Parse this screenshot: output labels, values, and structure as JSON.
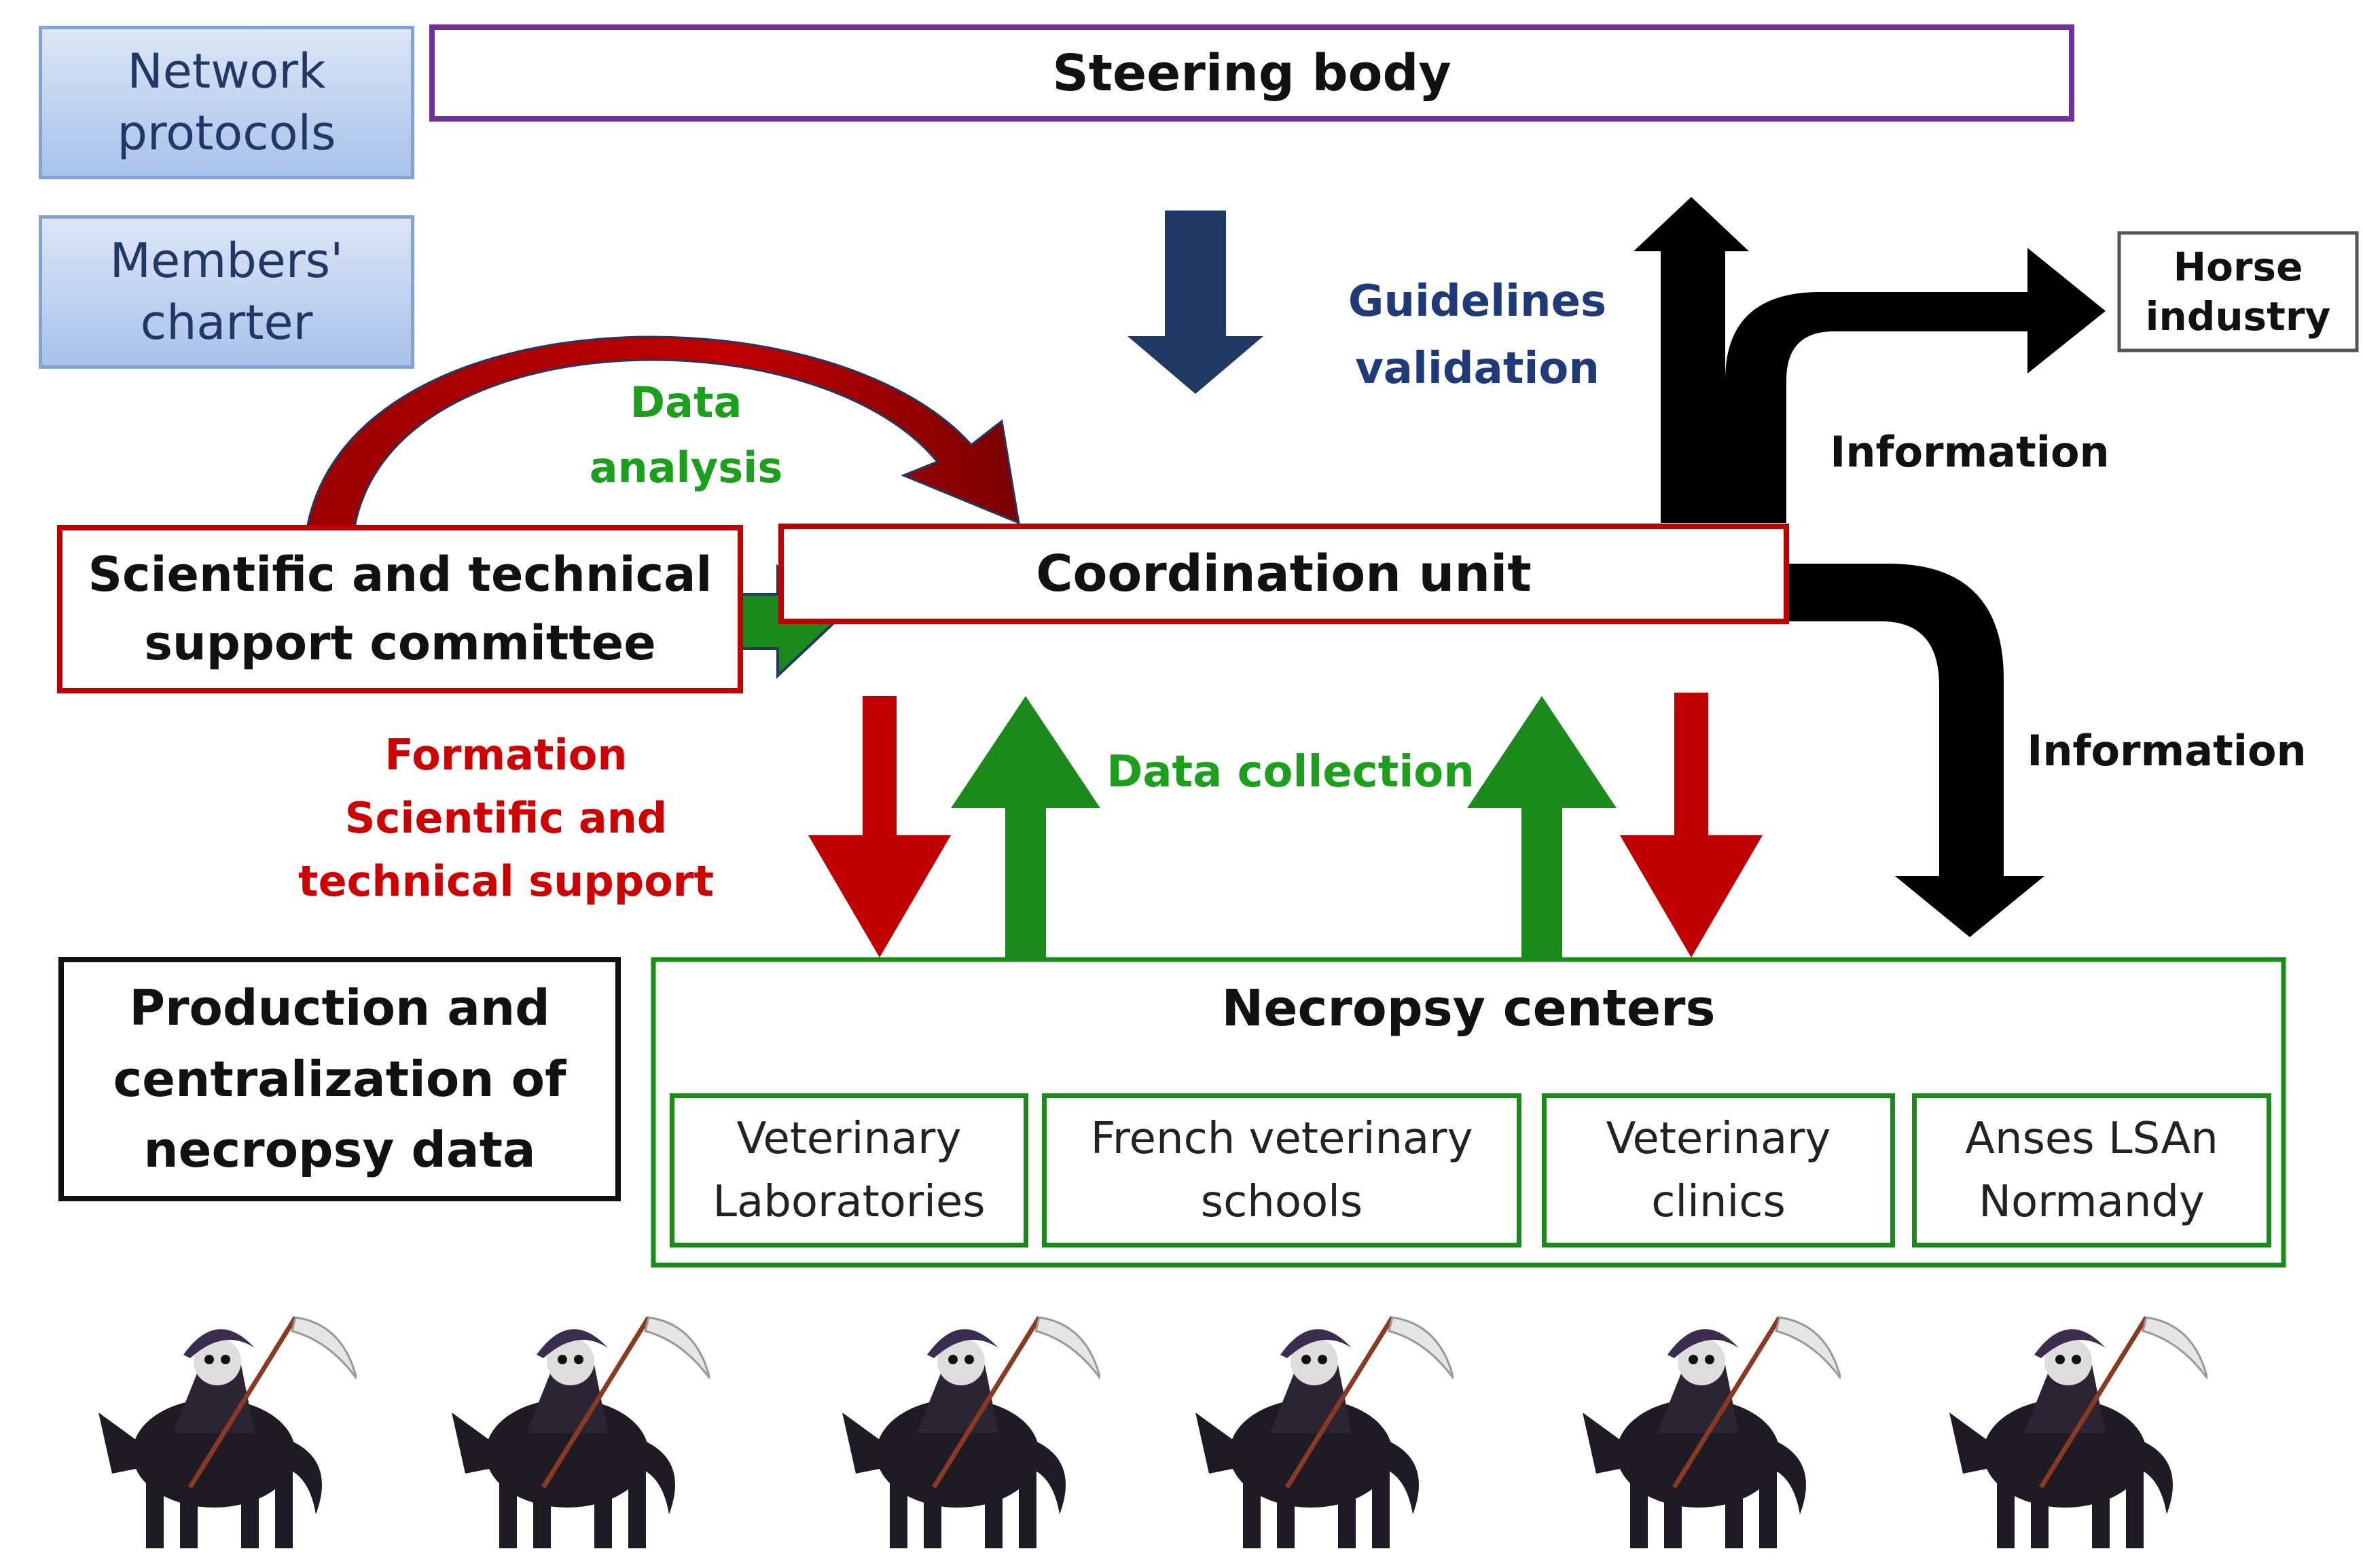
{
  "sidebar_items": {
    "network_protocols": [
      "Network",
      "protocols"
    ],
    "members_charter": [
      "Members'",
      "charter"
    ]
  },
  "nodes": {
    "steering_body": "Steering body",
    "coordination_unit": "Coordination unit",
    "scientific_committee": [
      "Scientific and technical",
      "support committee"
    ],
    "horse_industry": [
      "Horse",
      "industry"
    ],
    "production": [
      "Production and",
      "centralization of",
      "necropsy data"
    ],
    "necropsy_centers": {
      "title": "Necropsy centers",
      "members": [
        [
          "Veterinary",
          "Laboratories"
        ],
        [
          "French veterinary",
          "schools"
        ],
        [
          "Veterinary",
          "clinics"
        ],
        [
          "Anses LSAn",
          "Normandy"
        ]
      ]
    }
  },
  "edge_labels": {
    "guidelines": [
      "Guidelines",
      "validation"
    ],
    "data_analysis": [
      "Data",
      "analysis"
    ],
    "information_top": "Information",
    "information_right": "Information",
    "formation": [
      "Formation",
      "Scientific and",
      "technical support"
    ],
    "data_collection": "Data collection"
  },
  "colors": {
    "purple_border": "#7030a0",
    "red": "#c00000",
    "green": "#1a8a1a",
    "navy": "#1f3864",
    "black": "#000000",
    "guidelines_text": "#1f3a78",
    "formation_text": "#d00000",
    "data_label_text": "#1aa01a"
  },
  "decorations": {
    "icon": "grim-reaper-on-horse-icon",
    "count": 6
  }
}
